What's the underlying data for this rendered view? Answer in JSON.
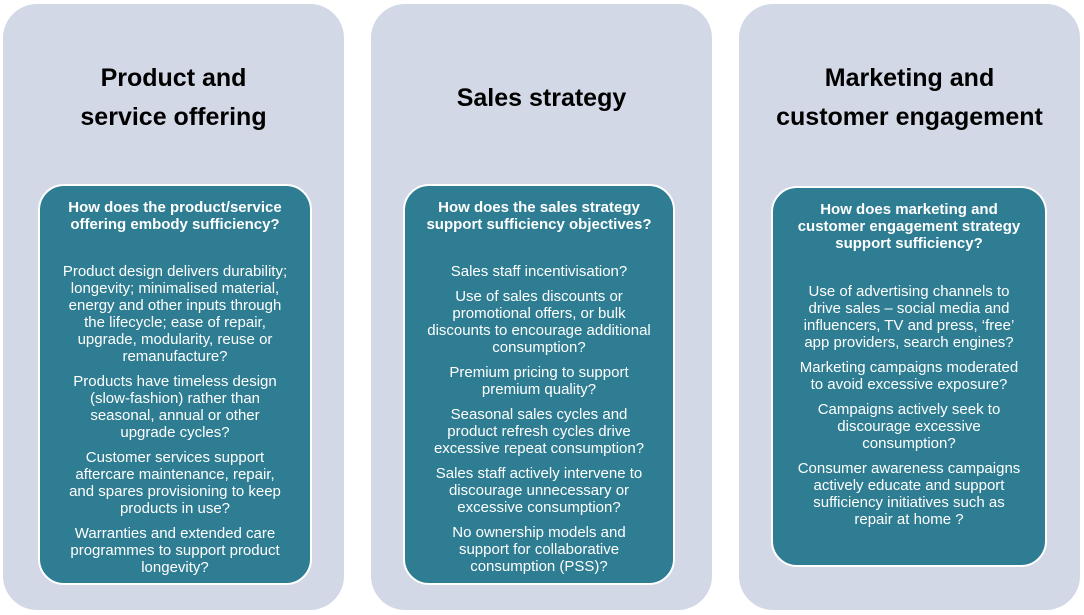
{
  "columns": [
    {
      "title": "Product and\nservice offering",
      "question": "How does the product/service\noffering embody sufficiency?",
      "items": [
        "Product design delivers durability;\nlongevity;  minimalised material,\nenergy and other inputs through\nthe lifecycle; ease of repair,\nupgrade, modularity, reuse or\nremanufacture?",
        "Products have timeless design\n(slow-fashion) rather than\nseasonal, annual or other\nupgrade cycles?",
        "Customer services support\naftercare maintenance, repair,\nand spares provisioning to keep\nproducts in use?",
        "Warranties and extended care\nprogrammes to support product\nlongevity?"
      ]
    },
    {
      "title": "Sales strategy",
      "question": "How does the sales strategy\nsupport sufficiency objectives?",
      "items": [
        "Sales staff incentivisation?",
        "Use of sales discounts or\npromotional offers, or bulk\ndiscounts to encourage additional\nconsumption?",
        "Premium pricing to support\npremium quality?",
        "Seasonal sales cycles and\nproduct refresh cycles drive\nexcessive repeat consumption?",
        "Sales staff actively intervene to\ndiscourage unnecessary or\nexcessive consumption?",
        "No ownership models and\nsupport for collaborative\nconsumption (PSS)?"
      ]
    },
    {
      "title": "Marketing and\ncustomer engagement",
      "question": "How does marketing and\ncustomer engagement strategy\nsupport sufficiency?",
      "items": [
        "Use of advertising channels to\ndrive sales – social media and\ninfluencers, TV and press, ‘free’\napp providers, search engines?",
        "Marketing campaigns moderated\nto avoid excessive exposure?",
        "Campaigns actively seek to\ndiscourage excessive\nconsumption?",
        "Consumer awareness campaigns\nactively educate and support\nsufficiency initiatives such as\nrepair at home ?"
      ]
    }
  ]
}
